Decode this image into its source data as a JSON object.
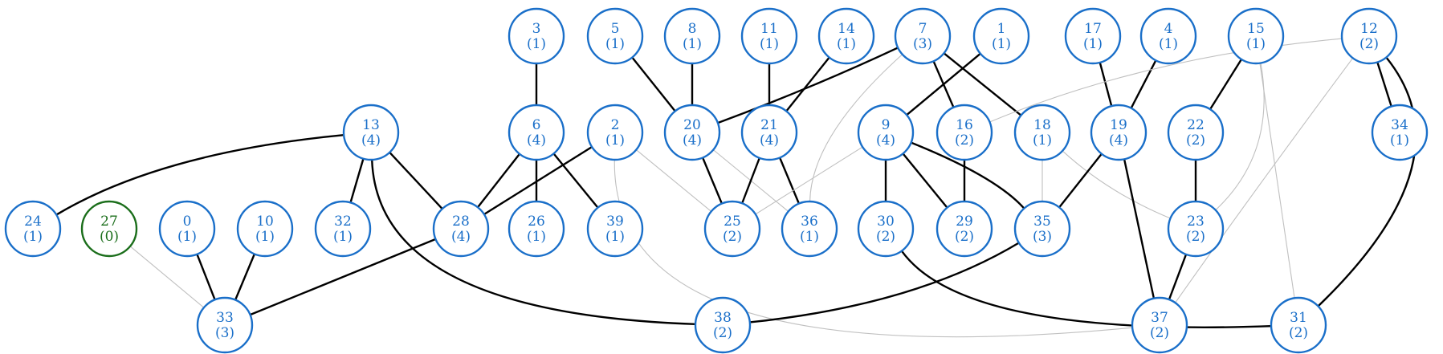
{
  "graph": {
    "colors": {
      "node_default": "#1a6fc9",
      "node_zero": "#1b6e1b",
      "edge_strong": "#000000",
      "edge_weak": "#c0c0c0"
    },
    "nodes": [
      {
        "id": "3",
        "count": "(1)"
      },
      {
        "id": "5",
        "count": "(1)"
      },
      {
        "id": "8",
        "count": "(1)"
      },
      {
        "id": "11",
        "count": "(1)"
      },
      {
        "id": "14",
        "count": "(1)"
      },
      {
        "id": "7",
        "count": "(3)"
      },
      {
        "id": "1",
        "count": "(1)"
      },
      {
        "id": "17",
        "count": "(1)"
      },
      {
        "id": "4",
        "count": "(1)"
      },
      {
        "id": "15",
        "count": "(1)"
      },
      {
        "id": "12",
        "count": "(2)"
      },
      {
        "id": "13",
        "count": "(4)"
      },
      {
        "id": "6",
        "count": "(4)"
      },
      {
        "id": "2",
        "count": "(1)"
      },
      {
        "id": "20",
        "count": "(4)"
      },
      {
        "id": "21",
        "count": "(4)"
      },
      {
        "id": "9",
        "count": "(4)"
      },
      {
        "id": "16",
        "count": "(2)"
      },
      {
        "id": "18",
        "count": "(1)"
      },
      {
        "id": "19",
        "count": "(4)"
      },
      {
        "id": "22",
        "count": "(2)"
      },
      {
        "id": "34",
        "count": "(1)"
      },
      {
        "id": "24",
        "count": "(1)"
      },
      {
        "id": "27",
        "count": "(0)",
        "zero": true
      },
      {
        "id": "0",
        "count": "(1)"
      },
      {
        "id": "10",
        "count": "(1)"
      },
      {
        "id": "32",
        "count": "(1)"
      },
      {
        "id": "28",
        "count": "(4)"
      },
      {
        "id": "26",
        "count": "(1)"
      },
      {
        "id": "39",
        "count": "(1)"
      },
      {
        "id": "25",
        "count": "(2)"
      },
      {
        "id": "36",
        "count": "(1)"
      },
      {
        "id": "30",
        "count": "(2)"
      },
      {
        "id": "29",
        "count": "(2)"
      },
      {
        "id": "35",
        "count": "(3)"
      },
      {
        "id": "23",
        "count": "(2)"
      },
      {
        "id": "33",
        "count": "(3)"
      },
      {
        "id": "38",
        "count": "(2)"
      },
      {
        "id": "37",
        "count": "(2)"
      },
      {
        "id": "31",
        "count": "(2)"
      }
    ],
    "edges": [
      {
        "from": "3",
        "to": "6",
        "strength": "strong"
      },
      {
        "from": "5",
        "to": "20",
        "strength": "strong"
      },
      {
        "from": "8",
        "to": "20",
        "strength": "strong"
      },
      {
        "from": "11",
        "to": "21",
        "strength": "strong"
      },
      {
        "from": "14",
        "to": "21",
        "strength": "strong"
      },
      {
        "from": "7",
        "to": "20",
        "strength": "strong"
      },
      {
        "from": "7",
        "to": "16",
        "strength": "strong"
      },
      {
        "from": "7",
        "to": "18",
        "strength": "strong"
      },
      {
        "from": "7",
        "to": "36",
        "strength": "weak"
      },
      {
        "from": "1",
        "to": "9",
        "strength": "strong"
      },
      {
        "from": "17",
        "to": "19",
        "strength": "strong"
      },
      {
        "from": "4",
        "to": "19",
        "strength": "strong"
      },
      {
        "from": "15",
        "to": "22",
        "strength": "strong"
      },
      {
        "from": "15",
        "to": "23",
        "strength": "weak"
      },
      {
        "from": "15",
        "to": "31",
        "strength": "weak"
      },
      {
        "from": "12",
        "to": "34",
        "strength": "strong"
      },
      {
        "from": "12",
        "to": "31",
        "strength": "strong"
      },
      {
        "from": "12",
        "to": "16",
        "strength": "weak"
      },
      {
        "from": "12",
        "to": "37",
        "strength": "weak"
      },
      {
        "from": "13",
        "to": "24",
        "strength": "strong"
      },
      {
        "from": "13",
        "to": "32",
        "strength": "strong"
      },
      {
        "from": "13",
        "to": "28",
        "strength": "strong"
      },
      {
        "from": "13",
        "to": "38",
        "strength": "strong"
      },
      {
        "from": "6",
        "to": "28",
        "strength": "strong"
      },
      {
        "from": "6",
        "to": "26",
        "strength": "strong"
      },
      {
        "from": "6",
        "to": "39",
        "strength": "strong"
      },
      {
        "from": "2",
        "to": "28",
        "strength": "strong"
      },
      {
        "from": "2",
        "to": "25",
        "strength": "weak"
      },
      {
        "from": "2",
        "to": "37",
        "strength": "weak"
      },
      {
        "from": "20",
        "to": "25",
        "strength": "strong"
      },
      {
        "from": "20",
        "to": "36",
        "strength": "weak"
      },
      {
        "from": "21",
        "to": "25",
        "strength": "strong"
      },
      {
        "from": "21",
        "to": "36",
        "strength": "strong"
      },
      {
        "from": "9",
        "to": "30",
        "strength": "strong"
      },
      {
        "from": "9",
        "to": "29",
        "strength": "strong"
      },
      {
        "from": "9",
        "to": "35",
        "strength": "strong"
      },
      {
        "from": "9",
        "to": "25",
        "strength": "weak"
      },
      {
        "from": "16",
        "to": "29",
        "strength": "strong"
      },
      {
        "from": "18",
        "to": "35",
        "strength": "weak"
      },
      {
        "from": "18",
        "to": "23",
        "strength": "weak"
      },
      {
        "from": "19",
        "to": "35",
        "strength": "strong"
      },
      {
        "from": "19",
        "to": "37",
        "strength": "strong"
      },
      {
        "from": "22",
        "to": "23",
        "strength": "strong"
      },
      {
        "from": "23",
        "to": "37",
        "strength": "strong"
      },
      {
        "from": "27",
        "to": "33",
        "strength": "weak"
      },
      {
        "from": "0",
        "to": "33",
        "strength": "strong"
      },
      {
        "from": "10",
        "to": "33",
        "strength": "strong"
      },
      {
        "from": "28",
        "to": "33",
        "strength": "strong"
      },
      {
        "from": "30",
        "to": "31",
        "strength": "strong"
      },
      {
        "from": "35",
        "to": "38",
        "strength": "strong"
      }
    ]
  }
}
